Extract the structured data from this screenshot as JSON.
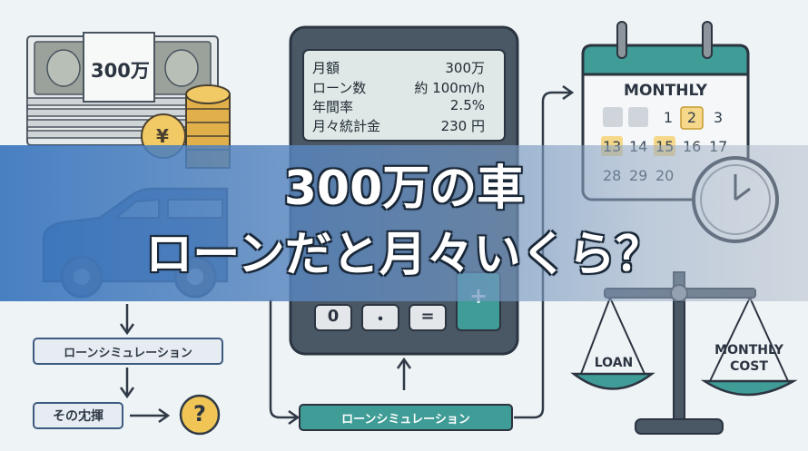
{
  "headline": {
    "line1": "300万の車",
    "line2": "ローンだと月々いくら？"
  },
  "money": {
    "band_label": "300万",
    "coin_symbol": "¥"
  },
  "calculator": {
    "screen_rows": [
      {
        "label": "月額",
        "value": "300万"
      },
      {
        "label": "ローン数",
        "value": "約 100m/h"
      },
      {
        "label": "年間率",
        "value": "2.5%"
      },
      {
        "label": "月々統計金",
        "value": "230 円"
      }
    ],
    "keys_bottom": [
      "0",
      "・",
      "="
    ],
    "key_plus": "+"
  },
  "calendar": {
    "title": "MONTHLY",
    "row1": [
      "1",
      "2",
      "3"
    ],
    "row2": [
      "13",
      "14",
      "15",
      "16",
      "17"
    ],
    "row3": [
      "28",
      "29",
      "20"
    ]
  },
  "scale": {
    "left_label": "LOAN",
    "right_label_line1": "MONTHLY",
    "right_label_line2": "COST"
  },
  "flow": {
    "box_left_top": "ローンシミュレーション",
    "box_left_bottom": "その冘揮",
    "question_mark": "?",
    "box_bottom_center": "ローンシミュレーション"
  },
  "colors": {
    "teal": "#3f9c96",
    "navy": "#3d5a80",
    "gold": "#e8b84a",
    "banner_blue": "#3a76be"
  }
}
